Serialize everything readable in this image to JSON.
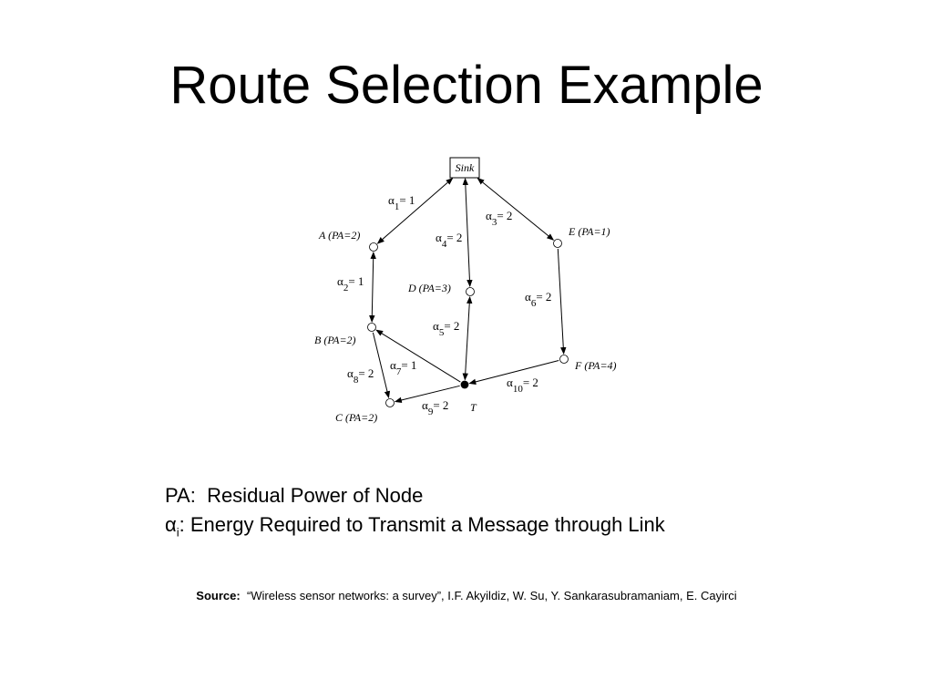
{
  "slide": {
    "title": "Route Selection Example"
  },
  "diagram": {
    "sink_label": "Sink",
    "nodes": [
      {
        "id": "A",
        "label": "A (PA=2)",
        "type": "open"
      },
      {
        "id": "B",
        "label": "B (PA=2)",
        "type": "open"
      },
      {
        "id": "C",
        "label": "C (PA=2)",
        "type": "open"
      },
      {
        "id": "D",
        "label": "D (PA=3)",
        "type": "open"
      },
      {
        "id": "E",
        "label": "E (PA=1)",
        "type": "open"
      },
      {
        "id": "F",
        "label": "F (PA=4)",
        "type": "open"
      },
      {
        "id": "T",
        "label": "T",
        "type": "filled"
      }
    ],
    "edges": [
      {
        "id": "1",
        "symbol": "α",
        "sub": "1",
        "value": "= 1"
      },
      {
        "id": "2",
        "symbol": "α",
        "sub": "2",
        "value": "= 1"
      },
      {
        "id": "3",
        "symbol": "α",
        "sub": "3",
        "value": "= 2"
      },
      {
        "id": "4",
        "symbol": "α",
        "sub": "4",
        "value": "= 2"
      },
      {
        "id": "5",
        "symbol": "α",
        "sub": "5",
        "value": "= 2"
      },
      {
        "id": "6",
        "symbol": "α",
        "sub": "6",
        "value": "= 2"
      },
      {
        "id": "7",
        "symbol": "α",
        "sub": "7",
        "value": "= 1"
      },
      {
        "id": "8",
        "symbol": "α",
        "sub": "8",
        "value": "= 2"
      },
      {
        "id": "9",
        "symbol": "α",
        "sub": "9",
        "value": "= 2"
      },
      {
        "id": "10",
        "symbol": "α",
        "sub": "10",
        "value": "= 2"
      }
    ]
  },
  "legend": {
    "pa_key": "PA:",
    "pa_text": "Residual Power of Node",
    "alpha_symbol": "α",
    "alpha_sub": "i",
    "alpha_text": ":  Energy Required to Transmit a Message through Link"
  },
  "source": {
    "label": "Source:",
    "text": "“Wireless sensor networks: a survey”, I.F. Akyildiz, W. Su, Y. Sankarasubramaniam, E. Cayirci"
  }
}
